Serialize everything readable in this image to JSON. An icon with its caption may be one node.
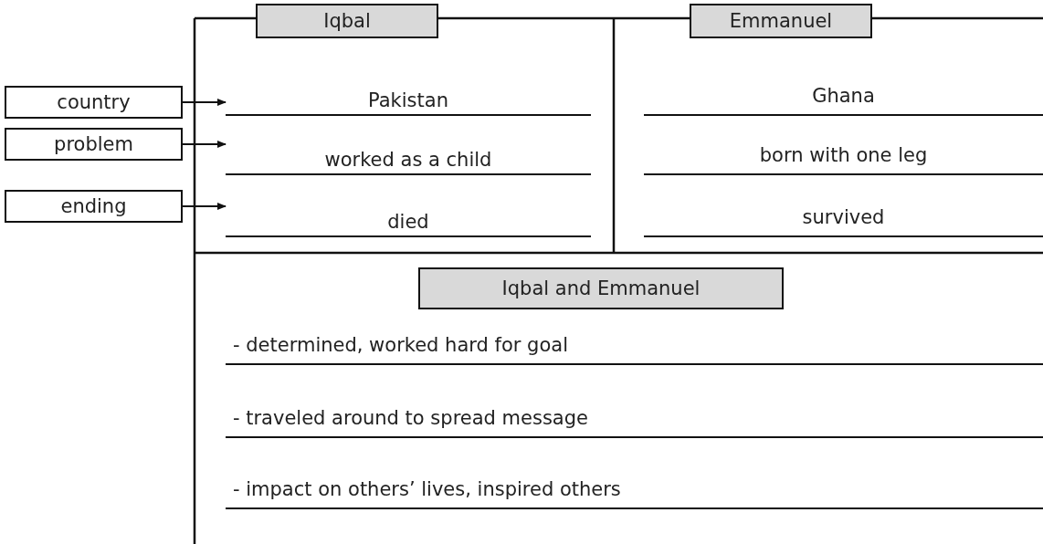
{
  "diagram": {
    "nodes": [
      {
        "text": [
          "Iqbal"
        ]
      },
      {
        "text": [
          "Emmanuel"
        ]
      },
      {
        "text": [
          "country"
        ]
      },
      {
        "text": [
          "Pakistan"
        ]
      },
      {
        "text": [
          "problem"
        ]
      },
      {
        "text": [
          "worked as a child"
        ]
      },
      {
        "text": [
          "ending"
        ]
      },
      {
        "text": [
          "died"
        ]
      },
      {
        "text": [
          "Iqbal and Emmanuel"
        ]
      }
    ],
    "edges": [
      {
        "from": 2,
        "to": 3,
        "arrow": "to"
      },
      {
        "from": 4,
        "to": 5,
        "arrow": "to"
      },
      {
        "from": 6,
        "to": 7,
        "arrow": "to"
      }
    ],
    "labels": [
      "Ghana",
      "born with one leg",
      "survived",
      "- determined, worked hard for goal",
      "- traveled around to spread message",
      "- impact on others’ lives, inspired others"
    ]
  }
}
